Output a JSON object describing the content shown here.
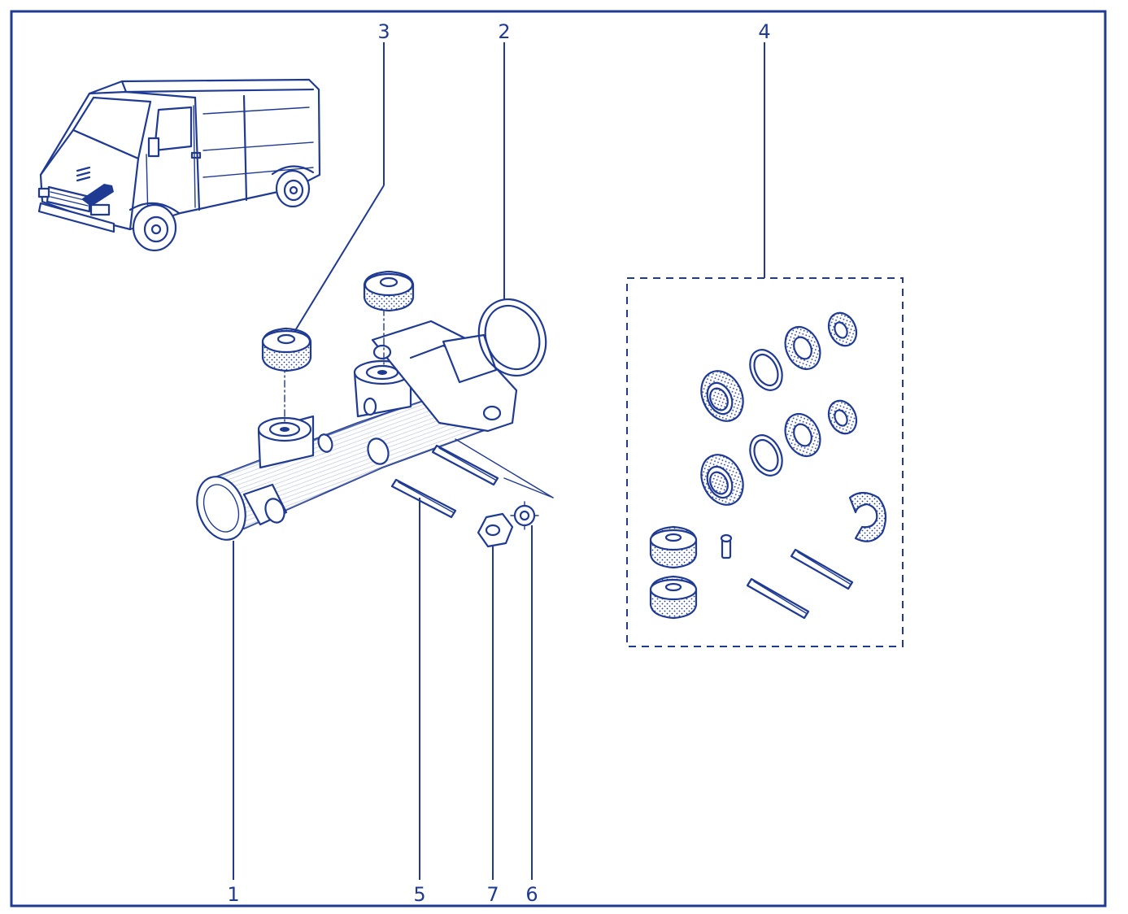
{
  "diagram": {
    "callouts": [
      "1",
      "2",
      "3",
      "4",
      "5",
      "6",
      "7"
    ]
  },
  "colors": {
    "line": "#1f3a93",
    "background": "#ffffff"
  }
}
